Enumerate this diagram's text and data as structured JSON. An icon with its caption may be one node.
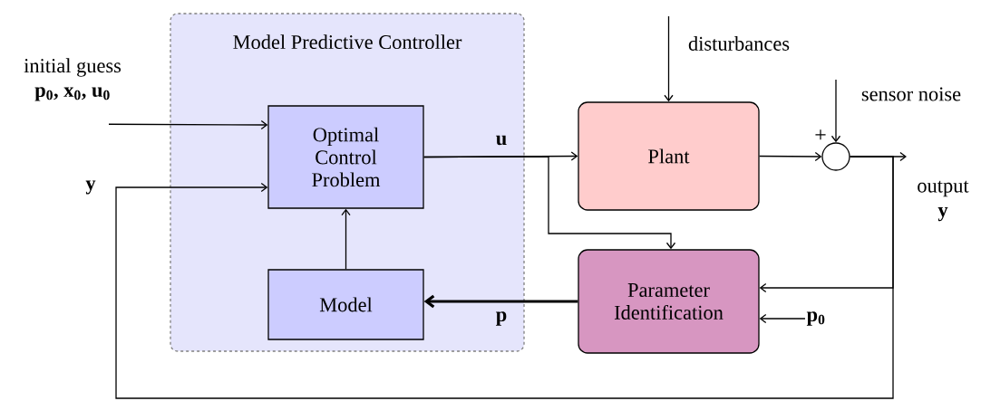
{
  "diagram": {
    "nodes": [
      {
        "text": [
          "Model Predictive Controller"
        ]
      },
      {
        "text": [
          "Optimal Control Problem"
        ],
        "in": 0
      },
      {
        "text": [
          "Model"
        ],
        "in": 0
      },
      {
        "text": [
          "Plant"
        ]
      },
      {
        "text": [
          "Parameter Identification"
        ]
      },
      {
        "text": [],
        "shape": "circle"
      },
      {
        "text": [
          "initial guess",
          "p$_{0}$, x$_{0}$, u$_{0}$"
        ]
      },
      {
        "text": [
          "disturbances"
        ]
      },
      {
        "text": [
          "sensor noise"
        ]
      },
      {
        "text": [
          "output",
          "y"
        ]
      },
      {
        "text": [
          "p$_{0}$"
        ]
      }
    ],
    "edges": [
      {
        "from": 6,
        "to": 1,
        "arrow": "to"
      },
      {
        "from": 5,
        "to": 1,
        "arrow": "to",
        "label": "y"
      },
      {
        "from": 1,
        "to": 3,
        "arrow": "to",
        "label": "u"
      },
      {
        "from": 1,
        "to": 4,
        "arrow": "to"
      },
      {
        "from": 2,
        "to": 1,
        "arrow": "to"
      },
      {
        "from": 4,
        "to": 2,
        "arrow": "to",
        "label": "p",
        "style": "thick"
      },
      {
        "from": 7,
        "to": 3,
        "arrow": "to"
      },
      {
        "from": 3,
        "to": 5,
        "arrow": "to"
      },
      {
        "from": 8,
        "to": 5,
        "arrow": "to"
      },
      {
        "from": 5,
        "to": 9,
        "arrow": "to"
      },
      {
        "from": 5,
        "to": 4,
        "arrow": "to"
      },
      {
        "from": 10,
        "to": 4,
        "arrow": "to"
      }
    ],
    "labels": [
      "+"
    ]
  }
}
